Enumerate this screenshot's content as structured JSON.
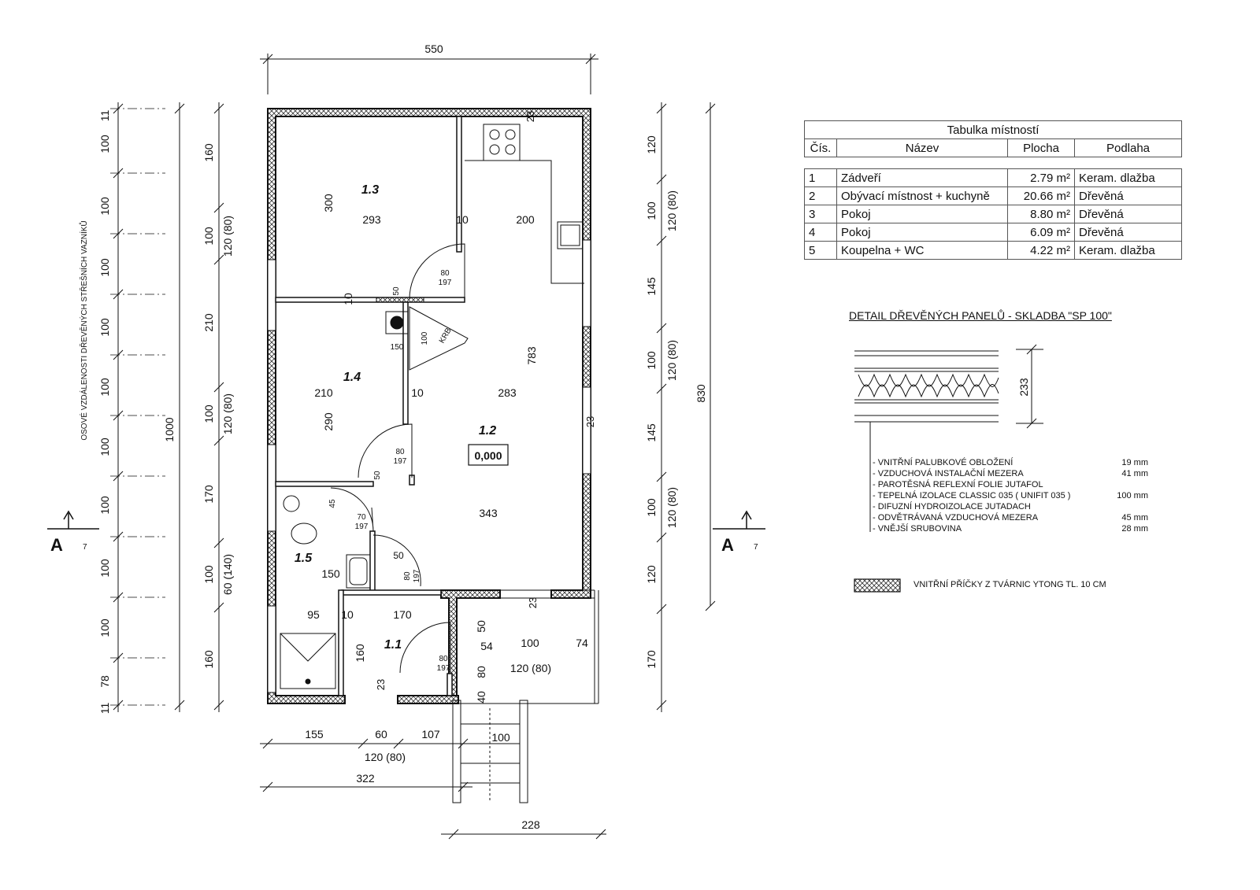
{
  "plan": {
    "overall_width": "550",
    "overall_height": "1000",
    "interior_height": "830",
    "axis_caption": "OSOVÉ VZDÁLENOSTI DŘEVĚNÝCH STŘEŠNÍCH VAZNÍKŮ",
    "left_chain": [
      "11",
      "100",
      "100",
      "100",
      "100",
      "100",
      "100",
      "100",
      "100",
      "100",
      "78",
      "11"
    ],
    "second_chain": [
      "160",
      "120 (80)",
      "210",
      "120 (80)",
      "170",
      "60 (140)",
      "160"
    ],
    "right_chain": [
      "120",
      "100",
      "145",
      "100",
      "145",
      "100",
      "120",
      "170"
    ],
    "right_chain_openings": [
      "120 (80)",
      "120 (80)",
      "120 (80)"
    ],
    "bottom_chain": [
      "155",
      "60",
      "107"
    ],
    "bottom_opening": "120 (80)",
    "bottom_total": "322",
    "stair_width": "100",
    "stair_total": "228",
    "section_mark": "A",
    "section_sheet": "7",
    "level_mark": "0,000",
    "fireplace": "KRB",
    "rooms": [
      {
        "id": "1.1"
      },
      {
        "id": "1.2"
      },
      {
        "id": "1.3"
      },
      {
        "id": "1.4"
      },
      {
        "id": "1.5"
      }
    ],
    "labels": {
      "r13_h": "300",
      "r13_w": "293",
      "w10a": "10",
      "k_w": "200",
      "door80": "80",
      "door197": "197",
      "d50": "50",
      "w10b": "10",
      "krb_w": "150",
      "krb_d": "100",
      "r12_h": "783",
      "w23": "23",
      "r14_w": "210",
      "w10c": "10",
      "r12_w": "283",
      "r14_h": "290",
      "r12_w2": "343",
      "door70": "70",
      "d45": "45",
      "r15_w": "150",
      "r11_w1": "95",
      "r11_w2": "170",
      "r11_h": "160",
      "porch_w": "100",
      "porch_74": "74",
      "porch_54": "54",
      "porch_opening": "120 (80)",
      "porch_90a": "50",
      "porch_90b": "80",
      "porch_40": "40",
      "w23b": "23"
    }
  },
  "room_table": {
    "title": "Tabulka místností",
    "headers": [
      "Čís.",
      "Název",
      "Plocha",
      "Podlaha"
    ],
    "rows": [
      {
        "no": "1",
        "name": "Zádveří",
        "area": "2.79 m²",
        "floor": "Keram. dlažba"
      },
      {
        "no": "2",
        "name": "Obývací místnost + kuchyně",
        "area": "20.66 m²",
        "floor": "Dřevěná"
      },
      {
        "no": "3",
        "name": "Pokoj",
        "area": "8.80 m²",
        "floor": "Dřevěná"
      },
      {
        "no": "4",
        "name": "Pokoj",
        "area": "6.09 m²",
        "floor": "Dřevěná"
      },
      {
        "no": "5",
        "name": "Koupelna + WC",
        "area": "4.22 m²",
        "floor": "Keram. dlažba"
      }
    ]
  },
  "detail": {
    "title": "DETAIL DŘEVĚNÝCH PANELŮ - SKLADBA \"SP 100\"",
    "thickness": "233",
    "layers": [
      {
        "name": "- VNITŘNÍ PALUBKOVÉ OBLOŽENÍ",
        "value": "19 mm"
      },
      {
        "name": "- VZDUCHOVÁ INSTALAČNÍ MEZERA",
        "value": "41 mm"
      },
      {
        "name": "- PAROTĚSNÁ REFLEXNÍ FOLIE JUTAFOL",
        "value": ""
      },
      {
        "name": "- TEPELNÁ IZOLACE CLASSIC 035 ( UNIFIT 035 )",
        "value": "100 mm"
      },
      {
        "name": "- DIFUZNÍ HYDROIZOLACE JUTADACH",
        "value": ""
      },
      {
        "name": "- ODVĚTRÁVANÁ VZDUCHOVÁ MEZERA",
        "value": "45 mm"
      },
      {
        "name": "- VNĚJŠÍ SRUBOVINA",
        "value": "28 mm"
      }
    ]
  },
  "legend": {
    "label": "VNITŘNÍ PŘÍČKY Z TVÁRNIC YTONG TL. 10 CM"
  }
}
